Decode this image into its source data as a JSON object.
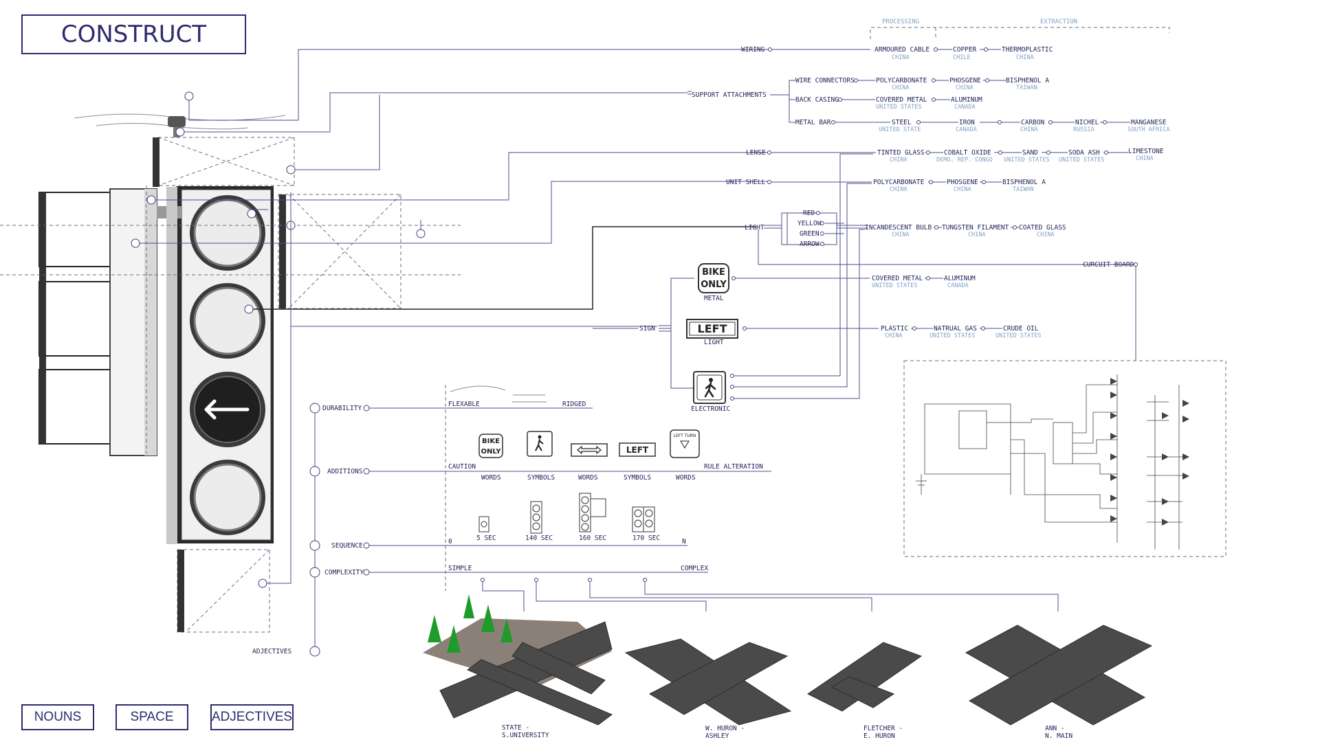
{
  "title": "CONSTRUCT",
  "nav": {
    "nouns": "NOUNS",
    "space": "SPACE",
    "adjectives": "ADJECTIVES"
  },
  "colors": {
    "navy": "#2d2b6e",
    "line": "#4b4e8a",
    "subtext": "#7fa1c9",
    "signal_dark": "#2b2b2b"
  },
  "headers": {
    "processing": "PROCESSING",
    "extraction": "EXTRACTION"
  },
  "components": {
    "wiring": "WIRING",
    "support_attachments": "SUPPORT ATTACHMENTS",
    "wire_connectors": "WIRE CONNECTORS",
    "back_casing": "BACK CASING",
    "metal_bar": "METAL BAR",
    "lense": "LENSE",
    "unit_shell": "UNIT SHELL",
    "light": "LIGHT",
    "red": "RED",
    "yellow": "YELLOW",
    "green": "GREEN",
    "arrow": "ARROW",
    "sign": "SIGN",
    "curcuit_board": "CURCUIT BOARD"
  },
  "materials": {
    "armoured_cable": {
      "name": "ARMOURED CABLE",
      "origin": "CHINA"
    },
    "copper": {
      "name": "COPPER",
      "origin": "CHILE"
    },
    "thermoplastic": {
      "name": "THERMOPLASTIC",
      "origin": "CHINA"
    },
    "polycarbonate_1": {
      "name": "POLYCARBONATE",
      "origin": "CHINA"
    },
    "phosgene_1": {
      "name": "PHOSGENE",
      "origin": "CHINA"
    },
    "bisphenol_1": {
      "name": "BISPHENOL A",
      "origin": "TAIWAN"
    },
    "covered_metal_1": {
      "name": "COVERED METAL",
      "origin": "UNITED STATES"
    },
    "aluminum_1": {
      "name": "ALUMINUM",
      "origin": "CANADA"
    },
    "steel": {
      "name": "STEEL",
      "origin": "UNITED STATE"
    },
    "iron": {
      "name": "IRON",
      "origin": "CANADA"
    },
    "carbon": {
      "name": "CARBON",
      "origin": "CHINA"
    },
    "nichel": {
      "name": "NICHEL",
      "origin": "RUSSIA"
    },
    "manganese": {
      "name": "MANGANESE",
      "origin": "SOUTH AFRICA"
    },
    "tinted_glass": {
      "name": "TINTED GLASS",
      "origin": "CHINA"
    },
    "cobalt_oxide": {
      "name": "COBALT OXIDE",
      "origin": "DEMO. REP. CONGO"
    },
    "sand": {
      "name": "SAND",
      "origin": "UNITED STATES"
    },
    "soda_ash": {
      "name": "SODA ASH",
      "origin": "UNITED STATES"
    },
    "limestone": {
      "name": "LIMESTONE",
      "origin": "CHINA"
    },
    "polycarbonate_2": {
      "name": "POLYCARBONATE",
      "origin": "CHINA"
    },
    "phosgene_2": {
      "name": "PHOSGENE",
      "origin": "CHINA"
    },
    "bisphenol_2": {
      "name": "BISPHENOL A",
      "origin": "TAIWAN"
    },
    "incandescent_bulb": {
      "name": "INCANDESCENT BULB",
      "origin": "CHINA"
    },
    "tungsten_filament": {
      "name": "TUNGSTEN FILAMENT",
      "origin": "CHINA"
    },
    "coated_glass": {
      "name": "COATED GLASS",
      "origin": "CHINA"
    },
    "covered_metal_2": {
      "name": "COVERED METAL",
      "origin": "UNITED STATES"
    },
    "aluminum_2": {
      "name": "ALUMINUM",
      "origin": "CANADA"
    },
    "plastic": {
      "name": "PLASTIC",
      "origin": "CHINA"
    },
    "natrual_gas": {
      "name": "NATRUAL GAS",
      "origin": "UNITED STATES"
    },
    "crude_oil": {
      "name": "CRUDE OIL",
      "origin": "UNITED STATES"
    }
  },
  "signs": {
    "bike_only_line1": "BIKE",
    "bike_only_line2": "ONLY",
    "metal": "METAL",
    "left_sign": "LEFT",
    "light_label": "LIGHT",
    "electronic": "ELECTRONIC",
    "left_turn_small": "LEFT TURN"
  },
  "adjectives": {
    "durability": "DURABILITY",
    "additions": "ADDITIONS",
    "sequence": "SEQUENCE",
    "complexity": "COMPLEXITY",
    "adjectives_root": "ADJECTIVES",
    "flexable": "FLEXABLE",
    "ridged": "RIDGED",
    "caution": "CAUTION",
    "rule_alteration": "RULE ALTERATION",
    "simple": "SIMPLE",
    "complex": "COMPLEX",
    "seq_start": "0",
    "seq_end": "N",
    "additions_items": [
      "WORDS",
      "SYMBOLS",
      "WORDS",
      "SYMBOLS",
      "WORDS"
    ],
    "sequence_items": [
      "5 SEC",
      "140 SEC",
      "160 SEC",
      "170 SEC"
    ]
  },
  "intersections": [
    {
      "line1": "STATE -",
      "line2": "S.UNIVERSITY"
    },
    {
      "line1": "W. HURON -",
      "line2": "ASHLEY"
    },
    {
      "line1": "FLETCHER -",
      "line2": "E. HURON"
    },
    {
      "line1": "ANN -",
      "line2": "N. MAIN"
    }
  ]
}
